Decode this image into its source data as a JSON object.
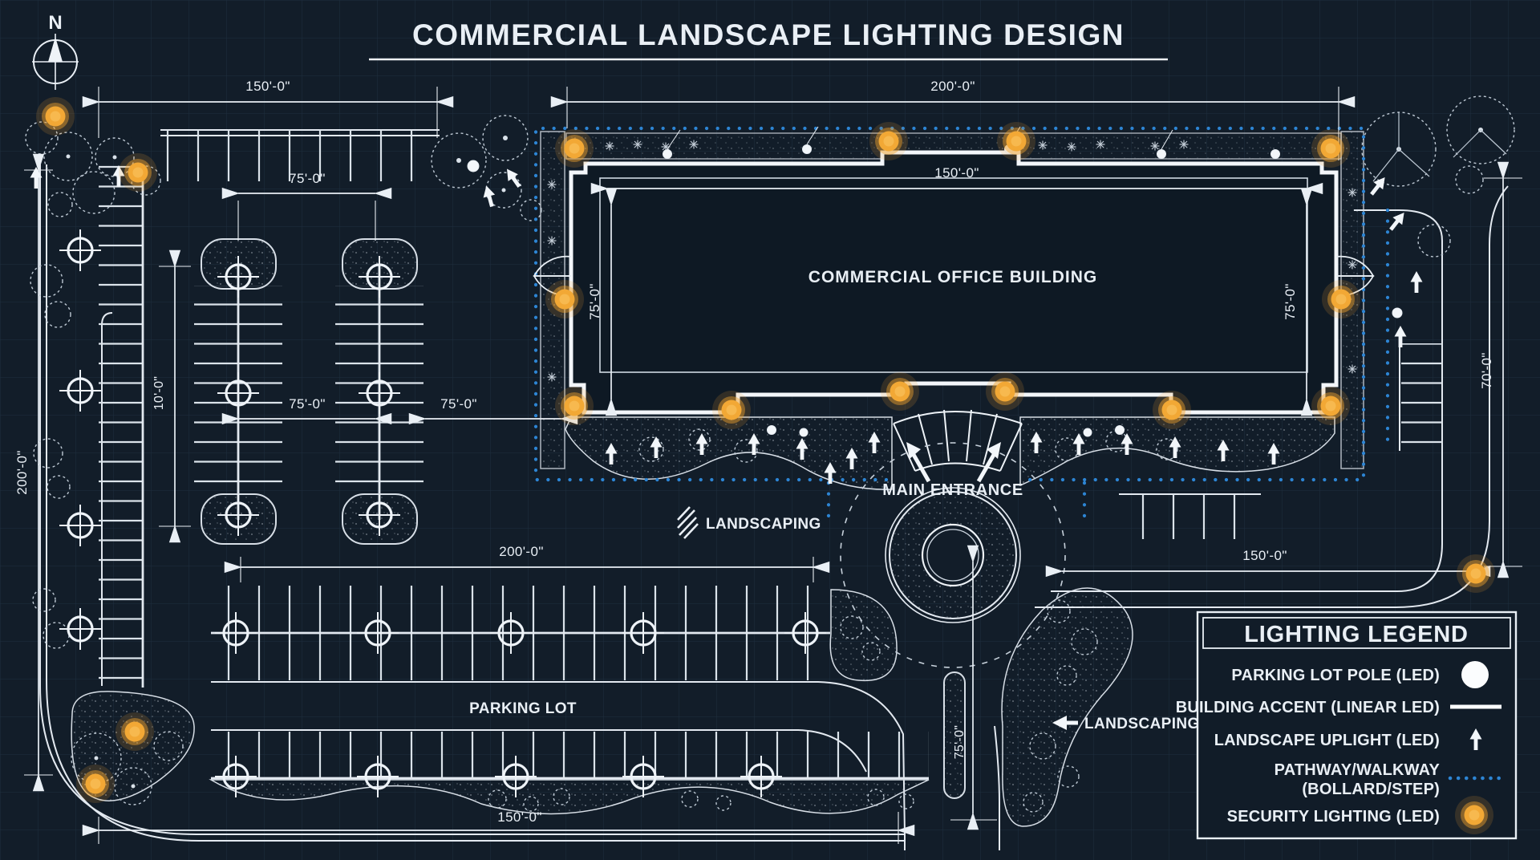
{
  "title": "COMMERCIAL LANDSCAPE LIGHTING DESIGN",
  "compass": {
    "north_label": "N"
  },
  "plan": {
    "building_label": "COMMERCIAL OFFICE BUILDING",
    "main_entrance_label": "MAIN ENTRANCE",
    "landscaping_label_left": "LANDSCAPING",
    "landscaping_label_right": "LANDSCAPING",
    "parking_lot_label": "PARKING LOT",
    "dimensions": {
      "site_top_left": "150'-0\"",
      "site_top_right": "200'-0\"",
      "building_width": "150'-0\"",
      "building_depth_left": "75'-0\"",
      "building_depth_right": "75'-0\"",
      "site_left_height": "200'-0\"",
      "site_right_height": "70'-0\"",
      "parking_bay_top": "75'-0\"",
      "parking_bay_mid_left": "75'-0\"",
      "parking_bay_mid_right": "75'-0\"",
      "parking_stall_depth": "10'-0\"",
      "parking_lot_width": "200'-0\"",
      "entry_drive_right": "150'-0\"",
      "site_bottom_width": "150'-0\"",
      "south_walkway": "75'-0\""
    }
  },
  "legend": {
    "title": "LIGHTING LEGEND",
    "items": [
      {
        "label": "PARKING LOT POLE (LED)",
        "symbol": "white-filled-circle"
      },
      {
        "label": "BUILDING ACCENT (LINEAR LED)",
        "symbol": "white-line"
      },
      {
        "label": "LANDSCAPE UPLIGHT (LED)",
        "symbol": "white-up-arrow"
      },
      {
        "label": "PATHWAY/WALKWAY",
        "label_line2": "(BOLLARD/STEP)",
        "symbol": "blue-dotted-line"
      },
      {
        "label": "SECURITY LIGHTING (LED)",
        "symbol": "orange-glow-circle"
      }
    ]
  },
  "colors": {
    "background": "#121d29",
    "grid_line": "#1f2e3e",
    "drawing_white": "#edf2f7",
    "pathway_blue": "#2d85d4",
    "security_orange": "#f1a32f"
  }
}
